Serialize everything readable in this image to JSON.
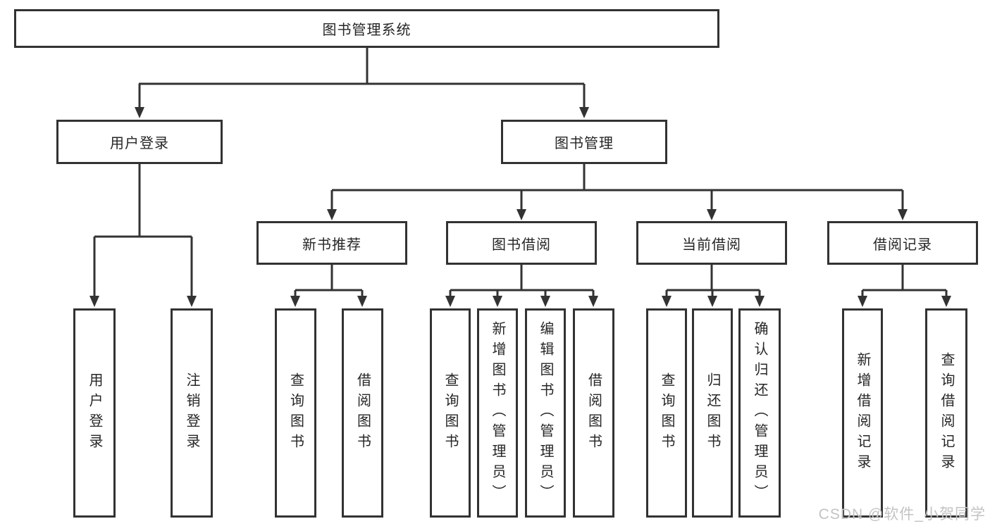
{
  "diagram": {
    "root": {
      "label": "图书管理系统"
    },
    "branches": [
      {
        "label": "用户登录",
        "children": [
          {
            "label": "用户登录"
          },
          {
            "label": "注销登录"
          }
        ]
      },
      {
        "label": "图书管理",
        "children": [
          {
            "label": "新书推荐",
            "children": [
              {
                "label": "查询图书"
              },
              {
                "label": "借阅图书"
              }
            ]
          },
          {
            "label": "图书借阅",
            "children": [
              {
                "label": "查询图书"
              },
              {
                "label": "新增图书（管理员）"
              },
              {
                "label": "编辑图书（管理员）"
              },
              {
                "label": "借阅图书"
              }
            ]
          },
          {
            "label": "当前借阅",
            "children": [
              {
                "label": "查询图书"
              },
              {
                "label": "归还图书"
              },
              {
                "label": "确认归还（管理员）"
              }
            ]
          },
          {
            "label": "借阅记录",
            "children": [
              {
                "label": "新增借阅记录"
              },
              {
                "label": "查询借阅记录"
              }
            ]
          }
        ]
      }
    ]
  },
  "watermark": "CSDN @软件_小贺同学",
  "colors": {
    "line": "#333333",
    "border": "#323232",
    "background": "#ffffff",
    "watermark": "#c3c3c3"
  }
}
